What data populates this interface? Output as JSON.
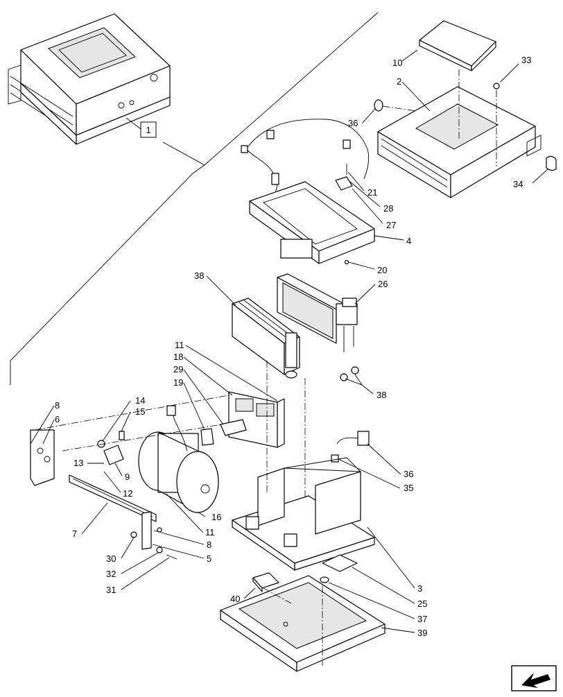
{
  "reference_box": "1",
  "callouts": [
    {
      "id": "c10",
      "text": "10"
    },
    {
      "id": "c2",
      "text": "2"
    },
    {
      "id": "c33",
      "text": "33"
    },
    {
      "id": "c36a",
      "text": "36"
    },
    {
      "id": "c34",
      "text": "34"
    },
    {
      "id": "c21",
      "text": "21"
    },
    {
      "id": "c28",
      "text": "28"
    },
    {
      "id": "c27",
      "text": "27"
    },
    {
      "id": "c4",
      "text": "4"
    },
    {
      "id": "c20",
      "text": "20"
    },
    {
      "id": "c38a",
      "text": "38"
    },
    {
      "id": "c26",
      "text": "26"
    },
    {
      "id": "c38b",
      "text": "38"
    },
    {
      "id": "c11a",
      "text": "11"
    },
    {
      "id": "c18",
      "text": "18"
    },
    {
      "id": "c29",
      "text": "29"
    },
    {
      "id": "c19",
      "text": "19"
    },
    {
      "id": "c14",
      "text": "14"
    },
    {
      "id": "c15",
      "text": "15"
    },
    {
      "id": "c8a",
      "text": "8"
    },
    {
      "id": "c6",
      "text": "6"
    },
    {
      "id": "c13",
      "text": "13"
    },
    {
      "id": "c9",
      "text": "9"
    },
    {
      "id": "c12",
      "text": "12"
    },
    {
      "id": "c16",
      "text": "16"
    },
    {
      "id": "c11b",
      "text": "11"
    },
    {
      "id": "c7",
      "text": "7"
    },
    {
      "id": "c8b",
      "text": "8"
    },
    {
      "id": "c5",
      "text": "5"
    },
    {
      "id": "c30",
      "text": "30"
    },
    {
      "id": "c32",
      "text": "32"
    },
    {
      "id": "c31",
      "text": "31"
    },
    {
      "id": "c36b",
      "text": "36"
    },
    {
      "id": "c35",
      "text": "35"
    },
    {
      "id": "c3",
      "text": "3"
    },
    {
      "id": "c25",
      "text": "25"
    },
    {
      "id": "c37",
      "text": "37"
    },
    {
      "id": "c40",
      "text": "40"
    },
    {
      "id": "c39",
      "text": "39"
    }
  ],
  "icons": {
    "nav": "arrow-down-left-icon"
  }
}
